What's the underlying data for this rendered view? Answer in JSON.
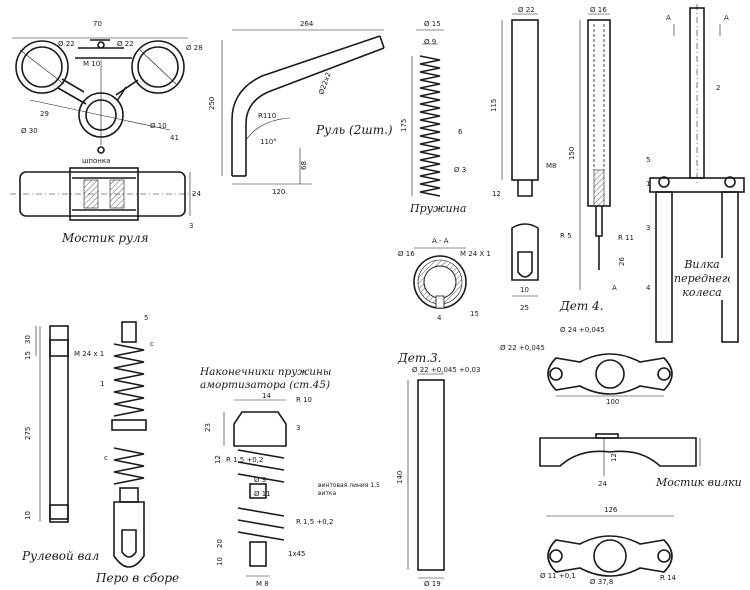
{
  "labels": {
    "handlebar_bridge": "Мостик руля",
    "handlebar": "Руль (2шт.)",
    "spring": "Пружина",
    "section_aa": "А - А",
    "part4": "Дет 4.",
    "front_fork": "Вилка переднего колеса",
    "steering_shaft": "Рулевой вал",
    "fork_leg_assembly": "Перо в сборе",
    "spring_tips": "Наконечники пружины амортизатора (ст.45)",
    "part3": "Дет.3.",
    "fork_bridge": "Мостик вилки",
    "shponka": "шпонка",
    "screw_line": "винтовая линия 1,5 витка"
  },
  "dims": {
    "b_phi22a": "Ø 22",
    "b_phi22b": "Ø 22",
    "b_phi28": "Ø 28",
    "b_m10": "M 10",
    "b_phi30": "Ø 30",
    "b_phi10": "Ø 10",
    "b_29": "29",
    "b_41": "41",
    "b_24": "24",
    "b_3": "3",
    "b_70": "70",
    "h_264": "264",
    "h_250": "250",
    "h_phi22": "Ø22x2",
    "h_r110": "R110",
    "h_110deg": "110°",
    "h_68": "68",
    "h_120": "120",
    "s_phi15": "Ø 15",
    "s_phi9": "Ø 9",
    "s_175": "175",
    "s_6": "6",
    "s_phi3": "Ø 3",
    "a_phi16": "Ø 16",
    "a_m24": "M 24 X 1",
    "a_4": "4",
    "a_15": "15",
    "p_phi22": "Ø 22",
    "p_115": "115",
    "p_m8": "M8",
    "p_12": "12",
    "p_r5": "R 5",
    "p_10": "10",
    "p_25": "25",
    "d4_phi16": "Ø 16",
    "d4_150": "150",
    "d4_r11": "R 11",
    "d4_26": "26",
    "d4_a": "А",
    "sh_275": "275",
    "sh_30": "30",
    "sh_15": "15",
    "sh_10": "10",
    "sh_m24": "M 24 x 1",
    "f_1": "1",
    "f_2": "2",
    "f_3": "3",
    "f_4": "4",
    "f_5": "5",
    "fl_5": "5",
    "fl_1": "1",
    "fl_c1": "с",
    "fl_c2": "с",
    "t_14": "14",
    "t_r10": "R 10",
    "t_23": "23",
    "t_12": "12",
    "t_r15": "R 1,5 +0,2",
    "t_3": "3",
    "t_phi9": "Ø 9",
    "t_phi11": "Ø 11",
    "t_20": "20",
    "t_10": "10",
    "t_m8": "M 8",
    "t_1x45": "1x45",
    "d3_phi22": "Ø 22 +0,045 +0,03",
    "d3_140": "140",
    "d3_phi19": "Ø 19",
    "fb_phi24": "Ø 24 +0,045",
    "fb_phi22": "Ø 22 +0,045",
    "fb_100": "100",
    "fb_24": "24",
    "fb_12": "12",
    "fb2_126": "126",
    "fb2_phi11": "Ø 11 +0,1",
    "fb2_phi378": "Ø 37,8",
    "fb2_r14": "R 14"
  }
}
